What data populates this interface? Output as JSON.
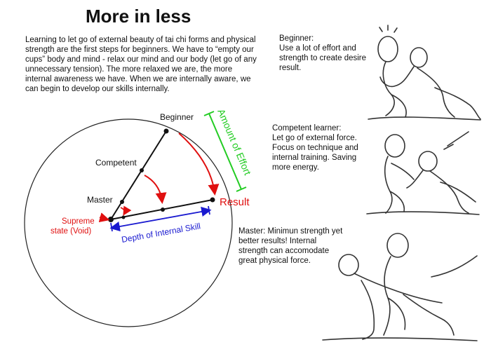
{
  "title": "More in less",
  "intro": "Learning to let go of external beauty of tai chi forms and physical strength are the first steps for beginners. We have to “empty our cups” body and mind - relax our mind and our body (let go of any unnecessary tension). The more relaxed we are, the more internal awareness we have. When we are internally aware, we can begin to develop our skills internally.",
  "diagram": {
    "labels": {
      "beginner": "Beginner",
      "competent": "Competent",
      "master": "Master",
      "supreme_line1": "Supreme",
      "supreme_line2": "state (Void)",
      "result": "Result",
      "amount_of_effort": "Amount of Effort",
      "depth_of_internal_skill": "Depth of Internal Skill"
    },
    "colors": {
      "effort": "#22cc22",
      "result": "#e01010",
      "depth": "#1a1ad0",
      "lines": "#111111"
    }
  },
  "stages": {
    "beginner": "Beginner:\nUse a lot of effort and strength to create desire result.",
    "competent": "Competent learner:\nLet go of external force. Focus on technique and internal training. Saving more energy.",
    "master": "Master: Minimun strength yet better results! Internal strength can accomodate great physical force."
  }
}
